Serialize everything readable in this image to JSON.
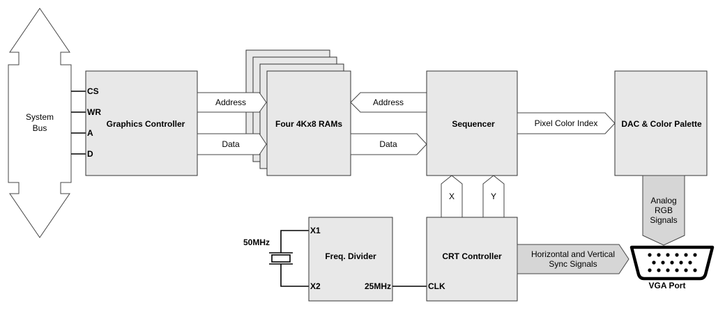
{
  "system_bus": {
    "label_line1": "System",
    "label_line2": "Bus"
  },
  "graphics_controller": {
    "title": "Graphics Controller",
    "pins": [
      "CS",
      "WR",
      "A",
      "D"
    ]
  },
  "rams": {
    "title": "Four 4Kx8 RAMs"
  },
  "sequencer": {
    "title": "Sequencer"
  },
  "dac": {
    "title": "DAC & Color Palette"
  },
  "freq_divider": {
    "title": "Freq. Divider",
    "pin_x1": "X1",
    "pin_x2": "X2",
    "out_label": "25MHz"
  },
  "crt_controller": {
    "title": "CRT Controller",
    "clk_label": "CLK"
  },
  "crystal": {
    "label": "50MHz"
  },
  "vga_port": {
    "label": "VGA Port"
  },
  "arrows": {
    "gc_address": "Address",
    "gc_data": "Data",
    "seq_address": "Address",
    "ram_data": "Data",
    "pixel_color_index": "Pixel Color Index",
    "x": "X",
    "y": "Y",
    "analog_line1": "Analog",
    "analog_line2": "RGB",
    "analog_line3": "Signals",
    "sync_line1": "Horizontal and Vertical",
    "sync_line2": "Sync Signals"
  },
  "colors": {
    "box_fill": "#e8e8e8",
    "arrow_fill": "#ffffff",
    "signal_arrow_fill": "#d6d6d6",
    "stroke": "#333333"
  }
}
